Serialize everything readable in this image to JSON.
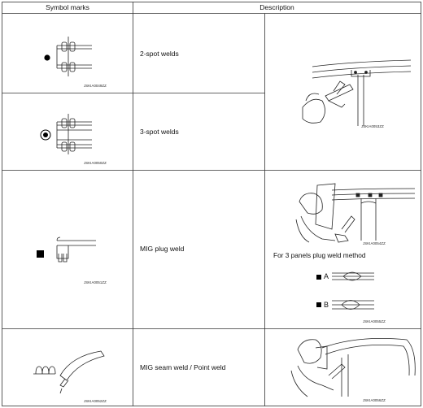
{
  "header": {
    "symbol_marks": "Symbol marks",
    "description": "Description"
  },
  "rows": [
    {
      "id": "two-spot",
      "label": "2-spot welds",
      "symbol_code": "JSKIA0049ZZ"
    },
    {
      "id": "three-spot",
      "label": "3-spot welds",
      "symbol_code": "JSKIA0050ZZ"
    },
    {
      "id": "mig-plug",
      "label": "MIG plug weld",
      "symbol_code": "JSKIA0051ZZ"
    },
    {
      "id": "mig-seam",
      "label": "MIG seam weld / Point weld",
      "symbol_code": "JSKIA0052ZZ"
    }
  ],
  "illustrations": {
    "spot_weld_code": "JSKIA0053ZZ",
    "plug_weld_code": "JSKIA0054ZZ",
    "three_panel_code": "JSKIA0055ZZ",
    "seam_weld_code": "JSKIA0056ZZ",
    "three_panel_note": "For 3 panels plug weld method",
    "method_a": "A",
    "method_b": "B"
  }
}
